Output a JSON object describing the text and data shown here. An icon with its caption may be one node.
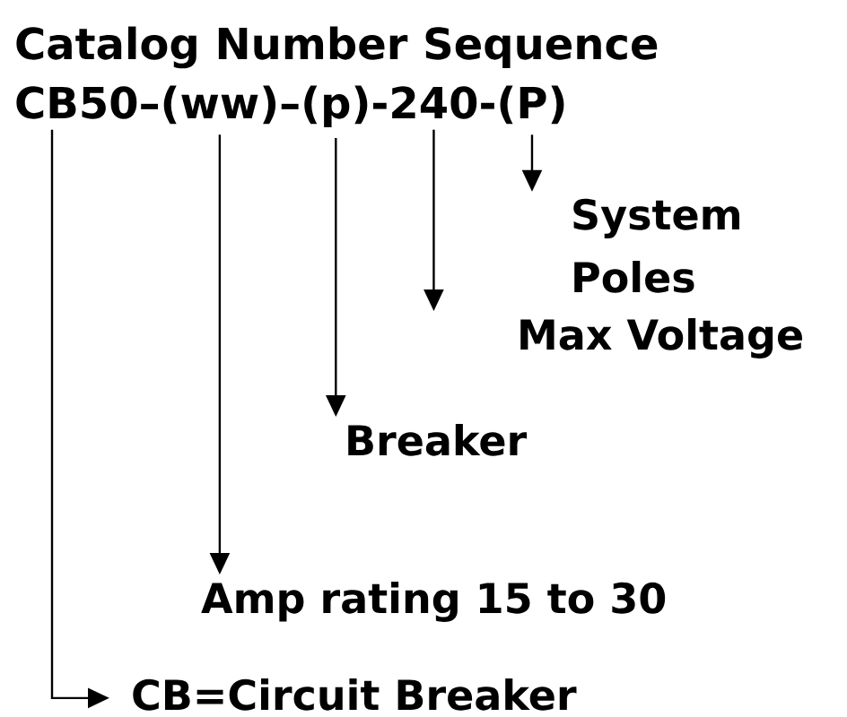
{
  "diagram": {
    "title": "Catalog Number Sequence",
    "nodes": [
      {
        "text": [
          "CB50"
        ]
      },
      {
        "text": [
          "(ww)"
        ]
      },
      {
        "text": [
          "(p)"
        ]
      },
      {
        "text": [
          "240"
        ]
      },
      {
        "text": [
          "(P)"
        ]
      },
      {
        "text": [
          "System"
        ]
      },
      {
        "text": [
          "Max Voltage"
        ]
      },
      {
        "text": [
          "Breaker"
        ]
      },
      {
        "text": [
          "Amp rating 15 to 30"
        ]
      },
      {
        "text": [
          "CB=Circuit Breaker"
        ]
      }
    ],
    "edges": [
      {
        "from": 0,
        "to": 9,
        "arrow": "to"
      },
      {
        "from": 1,
        "to": 8,
        "arrow": "to"
      },
      {
        "from": 2,
        "to": 7,
        "arrow": "to"
      },
      {
        "from": 3,
        "to": 6,
        "arrow": "to"
      },
      {
        "from": 4,
        "to": 5,
        "arrow": "to"
      }
    ],
    "labels": [
      "–",
      "–",
      "-",
      "-",
      "Poles"
    ]
  }
}
